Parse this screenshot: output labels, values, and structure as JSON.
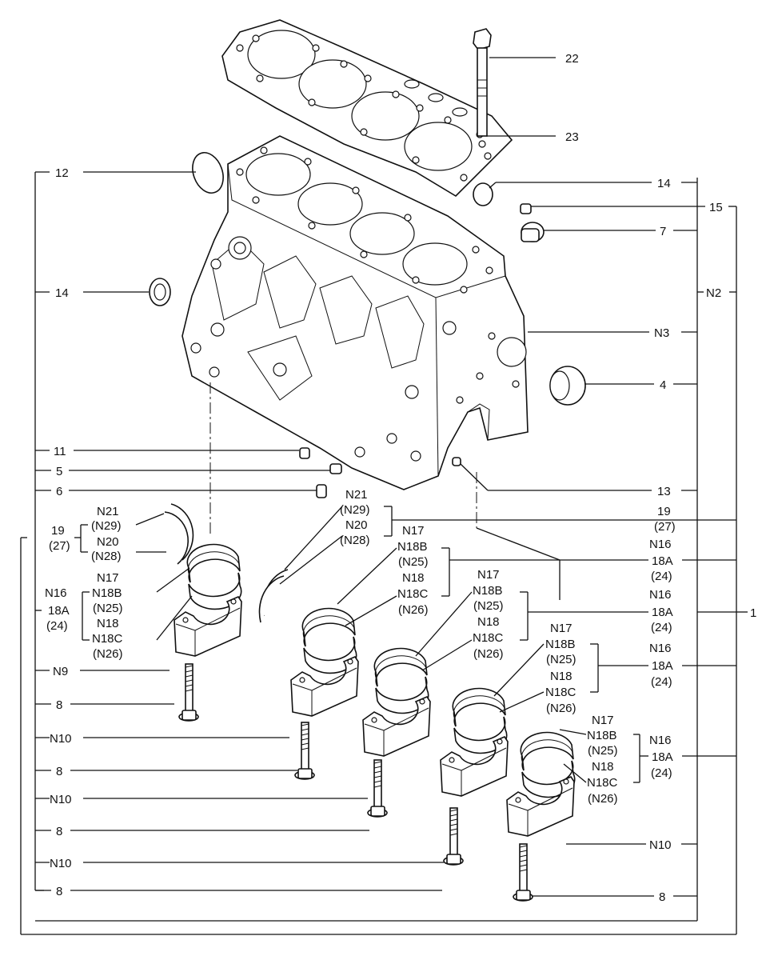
{
  "callouts": {
    "c22": "22",
    "c23": "23",
    "c12": "12",
    "c14a": "14",
    "c14b": "14",
    "c15": "15",
    "c7": "7",
    "cN2": "N2",
    "cN3": "N3",
    "c4": "4",
    "c11": "11",
    "c5": "5",
    "c6": "6",
    "c13": "13",
    "c1": "1",
    "cN9": "N9",
    "c8a": "8",
    "cN10a": "N10",
    "c8b": "8",
    "cN10b": "N10",
    "c8c": "8",
    "cN10c": "N10",
    "c8d": "8",
    "cN10d": "N10",
    "c8e": "8"
  },
  "left_thrust": {
    "n21": "N21",
    "n29": "(N29)",
    "n20": "N20",
    "n28": "(N28)",
    "n19": "19",
    "n27": "(27)"
  },
  "center_thrust": {
    "n21": "N21",
    "n29": "(N29)",
    "n20": "N20",
    "n28": "(N28)"
  },
  "right_19": {
    "n19": "19",
    "n27": "(27)"
  },
  "left_bearing": {
    "n16": "N16",
    "n18a": "18A",
    "n24": "(24)",
    "n17": "N17",
    "n18b": "N18B",
    "n25": "(N25)",
    "n18": "N18",
    "n18c": "N18C",
    "n26": "(N26)"
  },
  "bearing_groups": [
    {
      "n17": "N17",
      "n18b": "N18B",
      "n25": "(N25)",
      "n18": "N18",
      "n18c": "N18C",
      "n26": "(N26)",
      "n16": "N16",
      "n18a": "18A",
      "n24": "(24)"
    },
    {
      "n17": "N17",
      "n18b": "N18B",
      "n25": "(N25)",
      "n18": "N18",
      "n18c": "N18C",
      "n26": "(N26)",
      "n16": "N16",
      "n18a": "18A",
      "n24": "(24)"
    },
    {
      "n17": "N17",
      "n18b": "N18B",
      "n25": "(N25)",
      "n18": "N18",
      "n18c": "N18C",
      "n26": "(N26)",
      "n16": "N16",
      "n18a": "18A",
      "n24": "(24)"
    },
    {
      "n17": "N17",
      "n18b": "N18B",
      "n25": "(N25)",
      "n18": "N18",
      "n18c": "N18C",
      "n26": "(N26)",
      "n16": "N16",
      "n18a": "18A",
      "n24": "(24)"
    }
  ],
  "colors": {
    "ink": "#111111",
    "paper": "#ffffff"
  }
}
